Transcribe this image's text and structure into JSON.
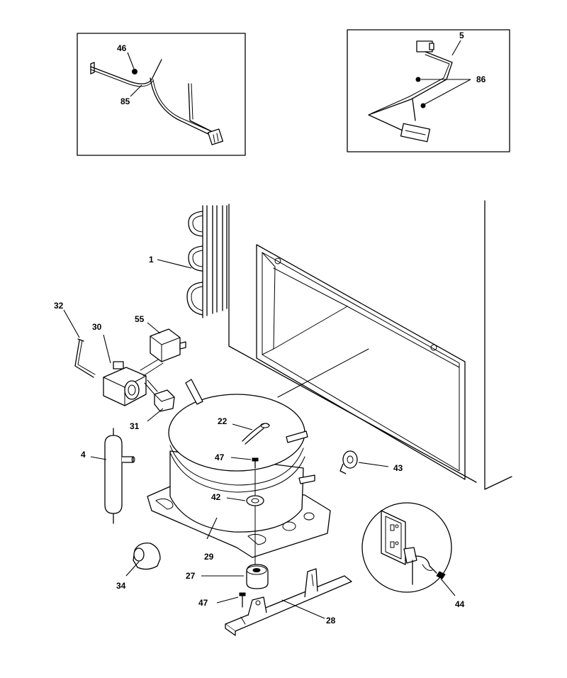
{
  "callouts": {
    "c46": "46",
    "c85": "85",
    "c5": "5",
    "c86": "86",
    "c1": "1",
    "c32": "32",
    "c30": "30",
    "c55": "55",
    "c31": "31",
    "c22": "22",
    "c4": "4",
    "c47a": "47",
    "c43": "43",
    "c42": "42",
    "c29": "29",
    "c34": "34",
    "c27": "27",
    "c47b": "47",
    "c28": "28",
    "c44": "44"
  }
}
